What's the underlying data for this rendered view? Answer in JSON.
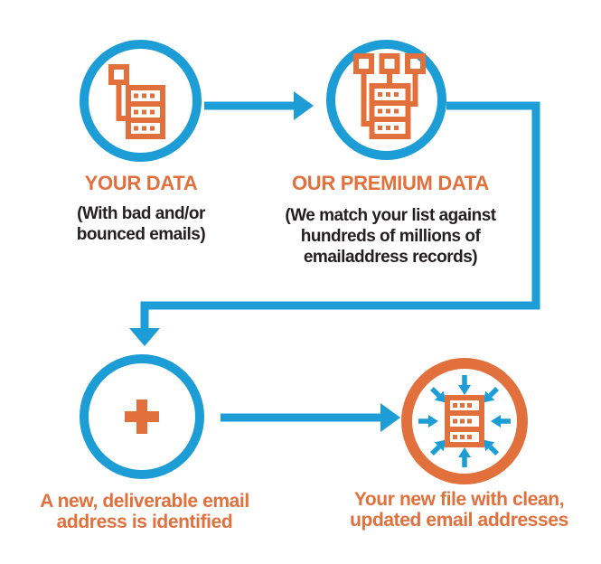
{
  "colors": {
    "blue": "#1d9dd6",
    "orange": "#e1703c",
    "dark": "#231f20",
    "bg": "#ffffff"
  },
  "steps": [
    {
      "name": "your-data",
      "title": "YOUR DATA",
      "subtitle_lines": [
        "(With bad and/or",
        "bounced emails)"
      ],
      "icon": "server-with-cable-icon",
      "circle_color": "blue"
    },
    {
      "name": "our-premium-data",
      "title": "OUR PREMIUM DATA",
      "subtitle_lines": [
        "(We match your list against",
        "hundreds of millions of",
        "emailaddress records)"
      ],
      "icon": "server-with-connectors-icon",
      "circle_color": "blue"
    },
    {
      "name": "new-email-identified",
      "caption_lines": [
        "A new, deliverable email",
        "address is identified"
      ],
      "icon": "plus-icon",
      "circle_color": "blue"
    },
    {
      "name": "clean-updated-file",
      "caption_lines": [
        "Your new file with clean,",
        "updated email addresses"
      ],
      "icon": "server-merge-arrows-icon",
      "circle_color": "orange"
    }
  ]
}
